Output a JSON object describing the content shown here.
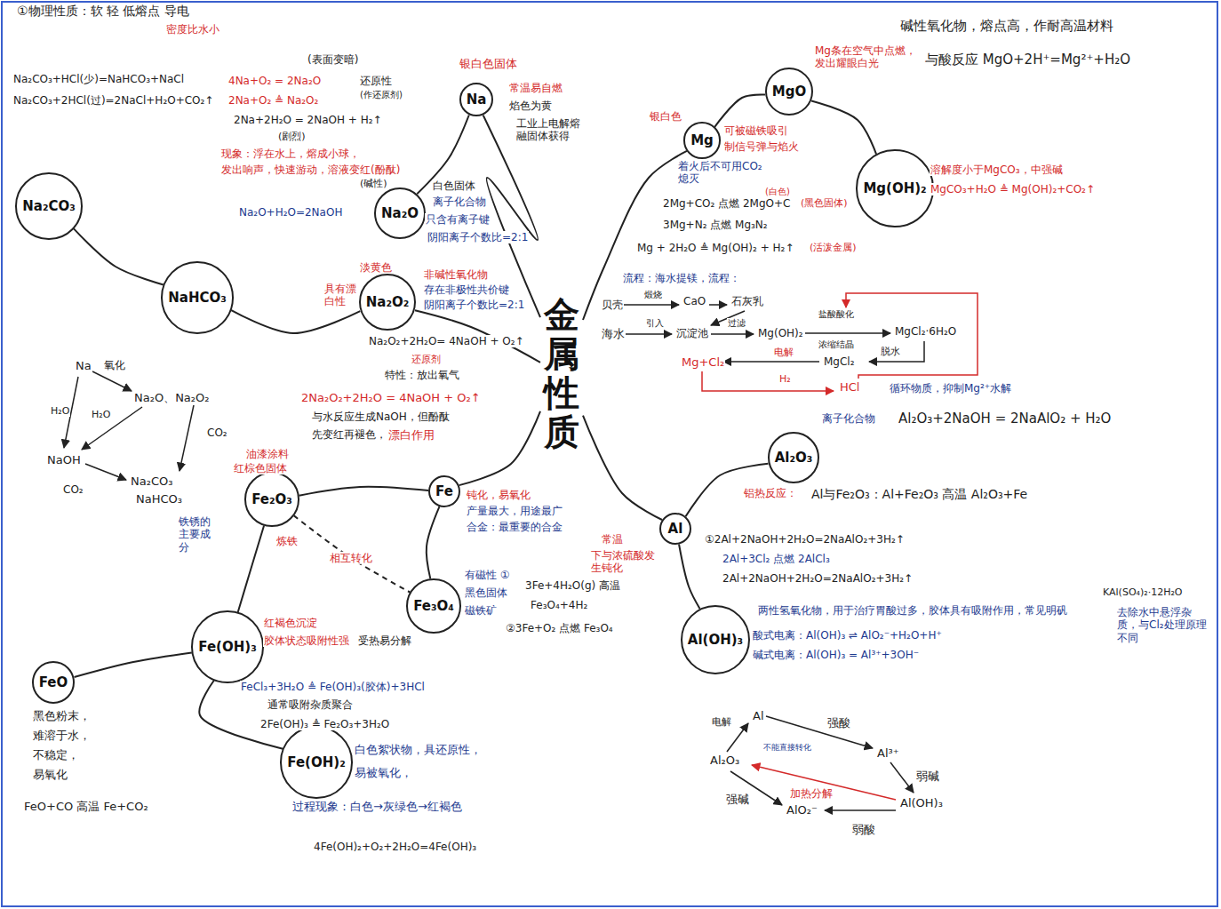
{
  "diagram": {
    "nodes": [
      {
        "text": [
          "Na"
        ]
      },
      {
        "text": [
          "Na₂CO₃"
        ]
      },
      {
        "text": [
          "Na₂O"
        ]
      },
      {
        "text": [
          "NaHCO₃"
        ]
      },
      {
        "text": [
          "Na₂O₂"
        ]
      },
      {
        "text": [
          "金属性质"
        ]
      },
      {
        "text": [
          "MgO"
        ]
      },
      {
        "text": [
          "Mg"
        ]
      },
      {
        "text": [
          "Mg(OH)₂"
        ]
      },
      {
        "text": [
          "Al₂O₃"
        ]
      },
      {
        "text": [
          "Fe"
        ]
      },
      {
        "text": [
          "Fe₂O₃"
        ]
      },
      {
        "text": [
          "Al"
        ]
      },
      {
        "text": [
          "Fe₃O₄"
        ]
      },
      {
        "text": [
          "Fe(OH)₃"
        ]
      },
      {
        "text": [
          "Al(OH)₃"
        ]
      },
      {
        "text": [
          "FeO"
        ]
      },
      {
        "text": [
          "Fe(OH)₂"
        ]
      }
    ],
    "edges": [
      {
        "from": 5,
        "to": 0,
        "arrow": "none"
      },
      {
        "from": 0,
        "to": 2,
        "arrow": "none"
      },
      {
        "from": 5,
        "to": 4,
        "arrow": "none"
      },
      {
        "from": 4,
        "to": 3,
        "arrow": "none"
      },
      {
        "from": 3,
        "to": 1,
        "arrow": "none"
      },
      {
        "from": 5,
        "to": 7,
        "arrow": "none"
      },
      {
        "from": 7,
        "to": 6,
        "arrow": "none"
      },
      {
        "from": 6,
        "to": 8,
        "arrow": "none"
      },
      {
        "from": 5,
        "to": 12,
        "arrow": "none"
      },
      {
        "from": 12,
        "to": 9,
        "arrow": "none"
      },
      {
        "from": 12,
        "to": 15,
        "arrow": "none"
      },
      {
        "from": 5,
        "to": 10,
        "arrow": "none"
      },
      {
        "from": 10,
        "to": 11,
        "arrow": "none"
      },
      {
        "from": 10,
        "to": 13,
        "arrow": "none"
      },
      {
        "from": 11,
        "to": 13,
        "arrow": "none",
        "label": "相互转化"
      },
      {
        "from": 11,
        "to": 14,
        "arrow": "none"
      },
      {
        "from": 14,
        "to": 16,
        "arrow": "none"
      },
      {
        "from": 14,
        "to": 17,
        "arrow": "none"
      }
    ],
    "labels": [
      "①物理性质：软 轻 低熔点 导电",
      "密度比水小",
      "Na₂CO₃+HCl(少)=NaHCO₃+NaCl",
      "Na₂CO₃+2HCl(过)=2NaCl+H₂O+CO₂↑",
      "(表面变暗)",
      "4Na+O₂ = 2Na₂O",
      "2Na+O₂ ≜ Na₂O₂",
      "还原性",
      "(作还原剂)",
      "2Na+2H₂O = 2NaOH + H₂↑",
      "(剧烈)",
      "现象：浮在水上，熔成小球，",
      "发出响声，快速游动，溶液变红(酚酞)",
      "(碱性)",
      "银白色固体",
      "常温易自燃",
      "焰色为黄",
      "工业上电解熔融固体获得",
      "白色固体",
      "离子化合物",
      "只含有离子键",
      "阴阳离子个数比=2:1",
      "Na₂O+H₂O=2NaOH",
      "淡黄色",
      "具有漂白性",
      "非碱性氧化物",
      "存在非极性共价键",
      "阴阳离子个数比=2:1",
      "Na₂O₂+2H₂O= 4NaOH + O₂↑",
      "还原剂",
      "特性：放出氧气",
      "2Na₂O₂+2H₂O = 4NaOH + O₂↑",
      "与水反应生成NaOH，但酚酞",
      "先变红再褪色，",
      "漂白作用",
      "Na",
      "氧化",
      "Na₂O、Na₂O₂",
      "H₂O",
      "H₂O",
      "CO₂",
      "NaOH",
      "CO₂",
      "Na₂CO₃",
      "NaHCO₃",
      "碱性氧化物，熔点高，作耐高温材料",
      "与酸反应 MgO+2H⁺=Mg²⁺+H₂O",
      "Mg条在空气中点燃，发出耀眼白光",
      "银白色",
      "可被磁铁吸引",
      "制信号弹与焰火",
      "着火后不可用CO₂熄灭",
      "2Mg+CO₂ 点燃 2MgO+C",
      "(白色)",
      "(黑色固体)",
      "3Mg+N₂ 点燃 Mg₃N₂",
      "Mg + 2H₂O ≜ Mg(OH)₂ + H₂↑",
      "(活泼金属)",
      "溶解度小于MgCO₃，中强碱",
      "MgCO₃+H₂O ≜ Mg(OH)₂+CO₂↑",
      "流程：海水提镁，流程：",
      "贝壳",
      "煅烧",
      "CaO",
      "石灰乳",
      "海水",
      "引入",
      "沉淀池",
      "过滤",
      "Mg(OH)₂",
      "盐酸酸化",
      "浓缩结晶",
      "MgCl₂·6H₂O",
      "脱水",
      "MgCl₂",
      "电解",
      "Mg+Cl₂",
      "H₂",
      "HCl",
      "循环物质，抑制Mg²⁺水解",
      "离子化合物",
      "Al₂O₃+2NaOH = 2NaAlO₂ + H₂O",
      "铝热反应：",
      "Al与Fe₂O₃：Al+Fe₂O₃ 高温 Al₂O₃+Fe",
      "常温",
      "下与浓硫酸发生钝化",
      "①2Al+2NaOH+2H₂O=2NaAlO₂+3H₂↑",
      "2Al+3Cl₂ 点燃 2AlCl₃",
      "2Al+2NaOH+2H₂O=2NaAlO₂+3H₂↑",
      "两性氢氧化物，用于治疗胃酸过多，胶体具有吸附作用，常见明矾",
      "KAl(SO₄)₂·12H₂O",
      "去除水中悬浮杂质，与Cl₂处理原理不同",
      "酸式电离：Al(OH)₃ ⇌ AlO₂⁻+H₂O+H⁺",
      "碱式电离：Al(OH)₃ = Al³⁺+3OH⁻",
      "电解",
      "Al",
      "强酸",
      "Al³⁺",
      "Al₂O₃",
      "不能直接转化",
      "加热分解",
      "弱碱",
      "强碱",
      "AlO₂⁻",
      "Al(OH)₃",
      "弱酸",
      "钝化，易氧化",
      "产量最大，用途最广",
      "合金：最重要的合金",
      "油漆涂料",
      "红棕色固体",
      "铁锈的主要成分",
      "炼铁",
      "有磁性 ①",
      "黑色固体",
      "磁铁矿",
      "3Fe+4H₂O(g) 高温",
      "Fe₃O₄+4H₂",
      "②3Fe+O₂ 点燃 Fe₃O₄",
      "红褐色沉淀",
      "胶体状态吸附性强",
      "受热易分解",
      "FeCl₃+3H₂O ≜ Fe(OH)₃(胶体)+3HCl",
      "通常吸附杂质聚合",
      "2Fe(OH)₃ ≜ Fe₂O₃+3H₂O",
      "白色絮状物，具还原性，",
      "易被氧化，",
      "过程现象：白色→灰绿色→红褐色",
      "4Fe(OH)₂+O₂+2H₂O=4Fe(OH)₃",
      "黑色粉末，",
      "难溶于水，",
      "不稳定，",
      "易氧化",
      "FeO+CO 高温 Fe+CO₂"
    ]
  }
}
